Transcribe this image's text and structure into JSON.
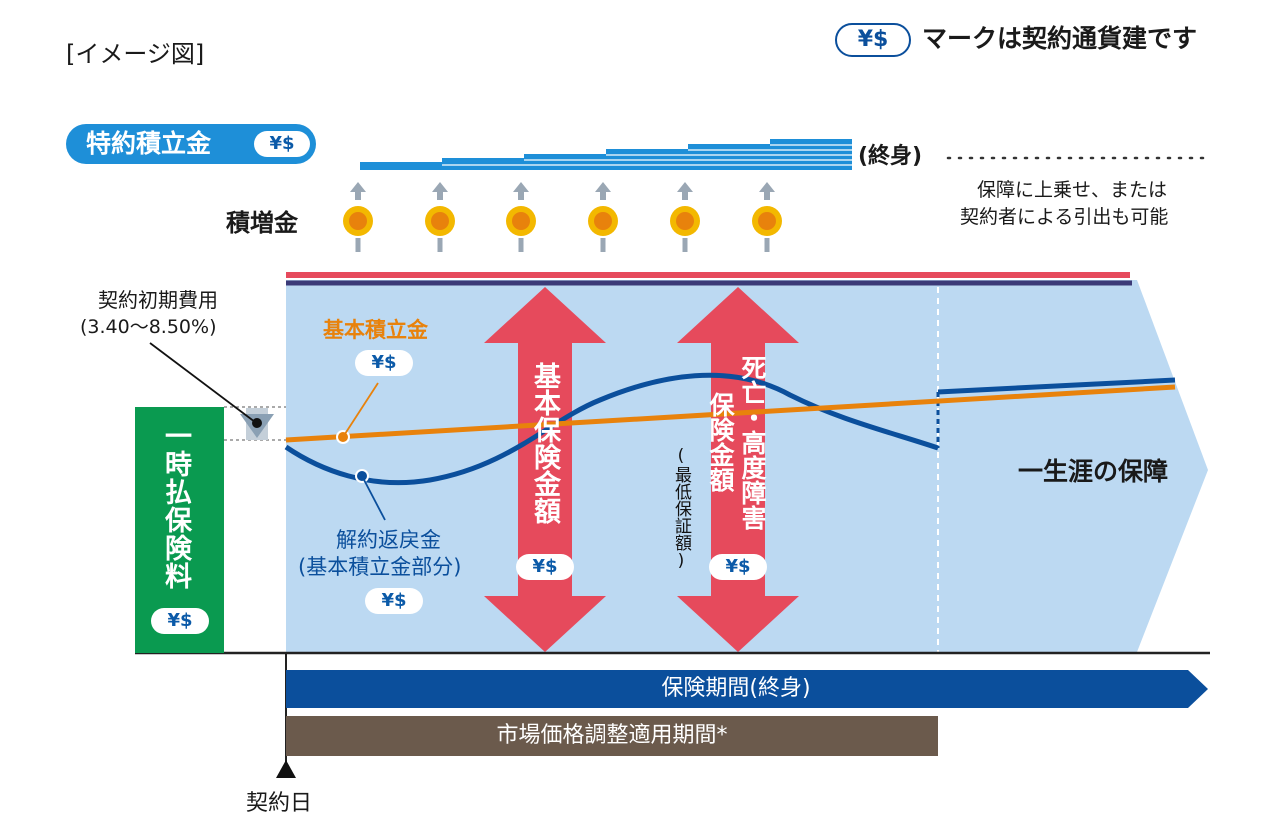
{
  "image_label": "[イメージ図]",
  "currency_legend": {
    "mark": "¥$",
    "text": "マークは契約通貨建です"
  },
  "currency_mark": "¥$",
  "rider_fund": {
    "title": "特約積立金",
    "term": "(終身)",
    "note_line1": "保障に上乗せ、または",
    "note_line2": "契約者による引出も可能"
  },
  "accrual": {
    "label": "積増金",
    "coin_count": 6
  },
  "initial_cost": {
    "label": "契約初期費用",
    "rate": "(3.40〜8.50%)"
  },
  "premium": {
    "label": "一時払保険料"
  },
  "base_fund": {
    "label": "基本積立金"
  },
  "surrender": {
    "line1": "解約返戻金",
    "line2": "(基本積立金部分)"
  },
  "base_sum": {
    "label": "基本保険金額"
  },
  "death_benefit": {
    "line1": "死亡・高度障害",
    "line2": "保険金額",
    "note": "(最低保証額)"
  },
  "lifetime": {
    "label": "一生涯の保障"
  },
  "periods": {
    "coverage": "保険期間(終身)",
    "mva": "市場価格調整適用期間*"
  },
  "contract_date": "契約日",
  "colors": {
    "blue_dark": "#0b4f9c",
    "blue_light": "#bcd9f2",
    "sky": "#1e8fd8",
    "orange": "#e8820c",
    "red": "#e64a5c",
    "green": "#0a9a50",
    "brown": "#6b5a4c",
    "coin": "#f3b800"
  }
}
